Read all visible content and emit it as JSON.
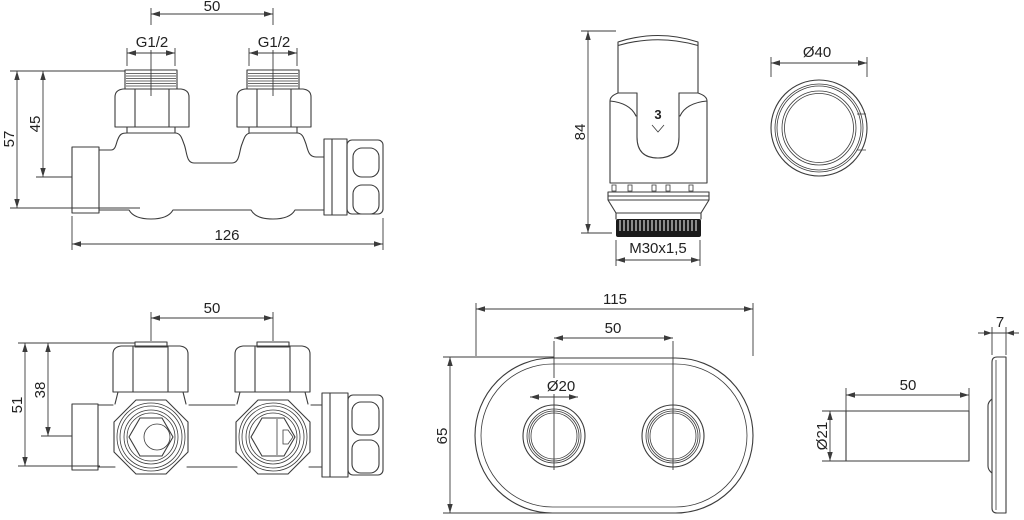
{
  "colors": {
    "background": "#ffffff",
    "line": "#3b3b3b",
    "knurl_ring_fill": "#1a1a1a"
  },
  "views": {
    "valve_front": {
      "center_distance": "50",
      "thread_left": "G1/2",
      "thread_right": "G1/2",
      "total_height": "57",
      "axis_height": "45",
      "total_length": "126"
    },
    "head_front": {
      "height": "84",
      "setting_number": "3",
      "thread": "M30x1,5"
    },
    "head_top": {
      "diameter": "Ø40"
    },
    "valve_bottom": {
      "center_distance": "50",
      "total_height": "51",
      "axis_height": "38"
    },
    "rosette_front": {
      "width": "115",
      "center_distance": "50",
      "hole_diameter": "Ø20",
      "height": "65"
    },
    "sleeve": {
      "length": "50",
      "diameter": "Ø21"
    },
    "rosette_side": {
      "thickness": "7"
    }
  }
}
